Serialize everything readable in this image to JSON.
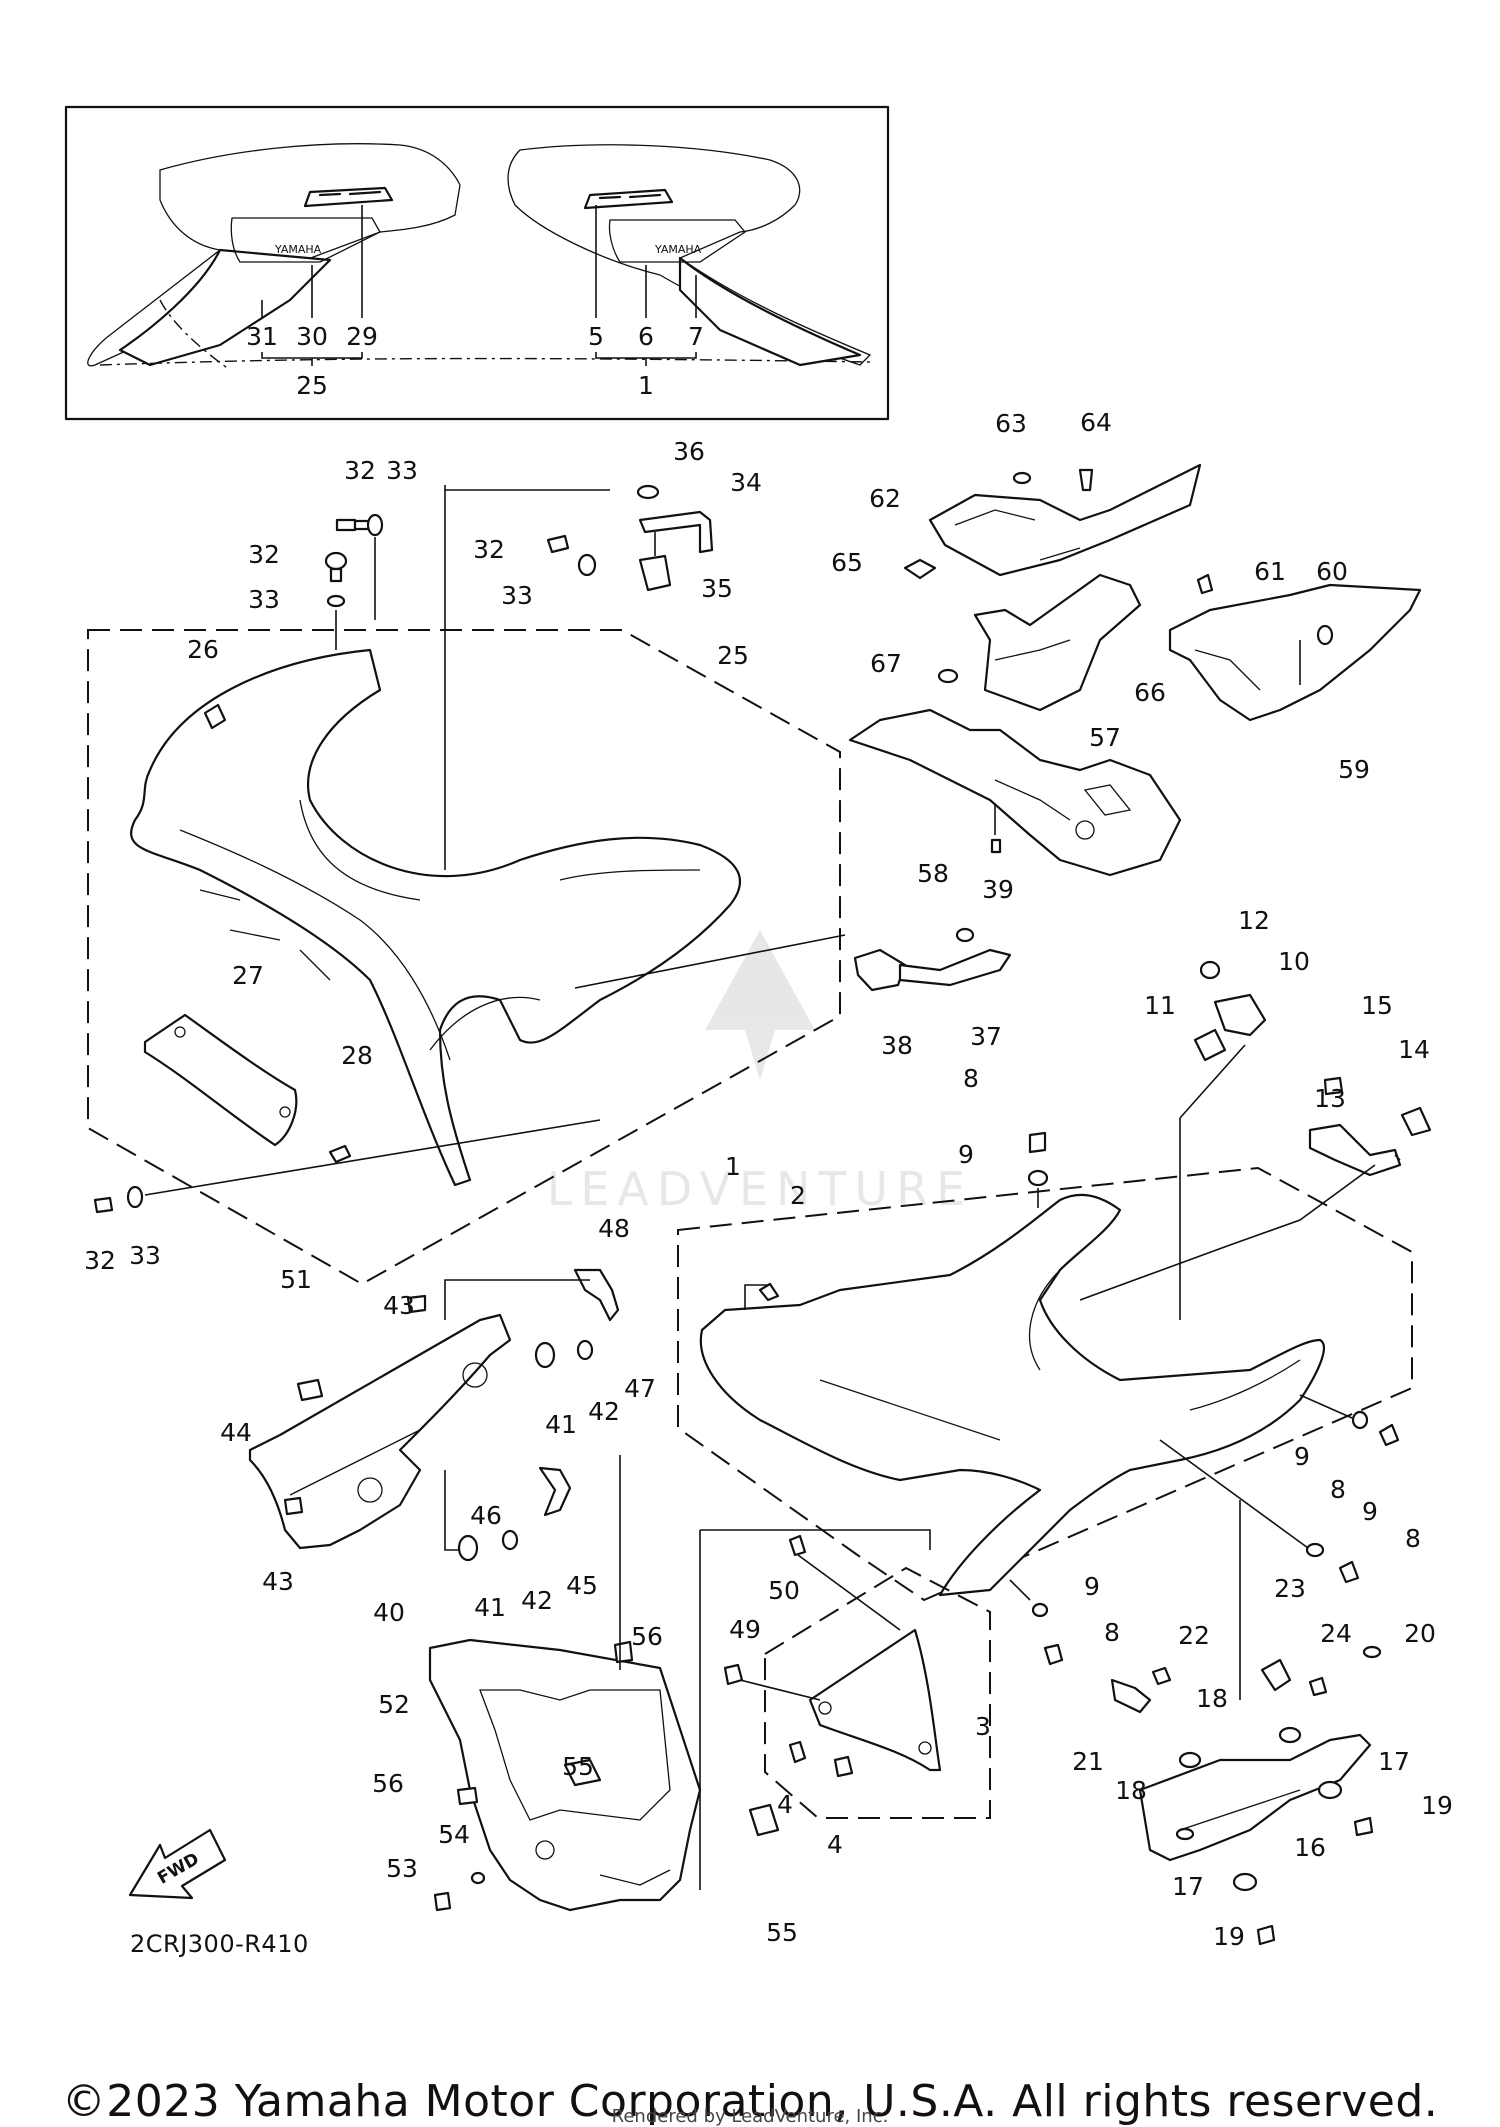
{
  "inset": {
    "decal_labels": [
      "YAMAHA",
      "YAMAHA"
    ],
    "left_callouts": [
      "31",
      "30",
      "29"
    ],
    "left_group": "25",
    "right_callouts": [
      "5",
      "6",
      "7"
    ],
    "right_group": "1"
  },
  "callouts": {
    "c1": "1",
    "c2": "2",
    "c3": "3",
    "c4a": "4",
    "c4b": "4",
    "c8a": "8",
    "c8b": "8",
    "c8c": "8",
    "c8d": "8",
    "c9a": "9",
    "c9b": "9",
    "c9c": "9",
    "c9d": "9",
    "c10": "10",
    "c11": "11",
    "c12": "12",
    "c13": "13",
    "c14": "14",
    "c15": "15",
    "c16": "16",
    "c17a": "17",
    "c17b": "17",
    "c18a": "18",
    "c18b": "18",
    "c19a": "19",
    "c19b": "19",
    "c20": "20",
    "c21": "21",
    "c22": "22",
    "c23": "23",
    "c24": "24",
    "c25": "25",
    "c26": "26",
    "c27": "27",
    "c28": "28",
    "c32a": "32",
    "c32b": "32",
    "c32c": "32",
    "c32d": "32",
    "c33a": "33",
    "c33b": "33",
    "c33c": "33",
    "c33d": "33",
    "c34": "34",
    "c35": "35",
    "c36": "36",
    "c37": "37",
    "c38": "38",
    "c39": "39",
    "c40": "40",
    "c41a": "41",
    "c41b": "41",
    "c42a": "42",
    "c42b": "42",
    "c43a": "43",
    "c43b": "43",
    "c44": "44",
    "c45": "45",
    "c46": "46",
    "c47": "47",
    "c48": "48",
    "c49": "49",
    "c50": "50",
    "c51": "51",
    "c52": "52",
    "c53": "53",
    "c54": "54",
    "c55a": "55",
    "c55b": "55",
    "c56a": "56",
    "c56b": "56",
    "c57": "57",
    "c58": "58",
    "c59": "59",
    "c60": "60",
    "c61": "61",
    "c62": "62",
    "c63": "63",
    "c64": "64",
    "c65": "65",
    "c66": "66",
    "c67": "67"
  },
  "fwd_label": "FWD",
  "diagram_code": "2CRJ300-R410",
  "watermark": "LEADVENTURE",
  "copyright": "©2023 Yamaha Motor Corporation, U.S.A. All rights reserved.",
  "render_credit": "Rendered by LeadVenture, Inc."
}
